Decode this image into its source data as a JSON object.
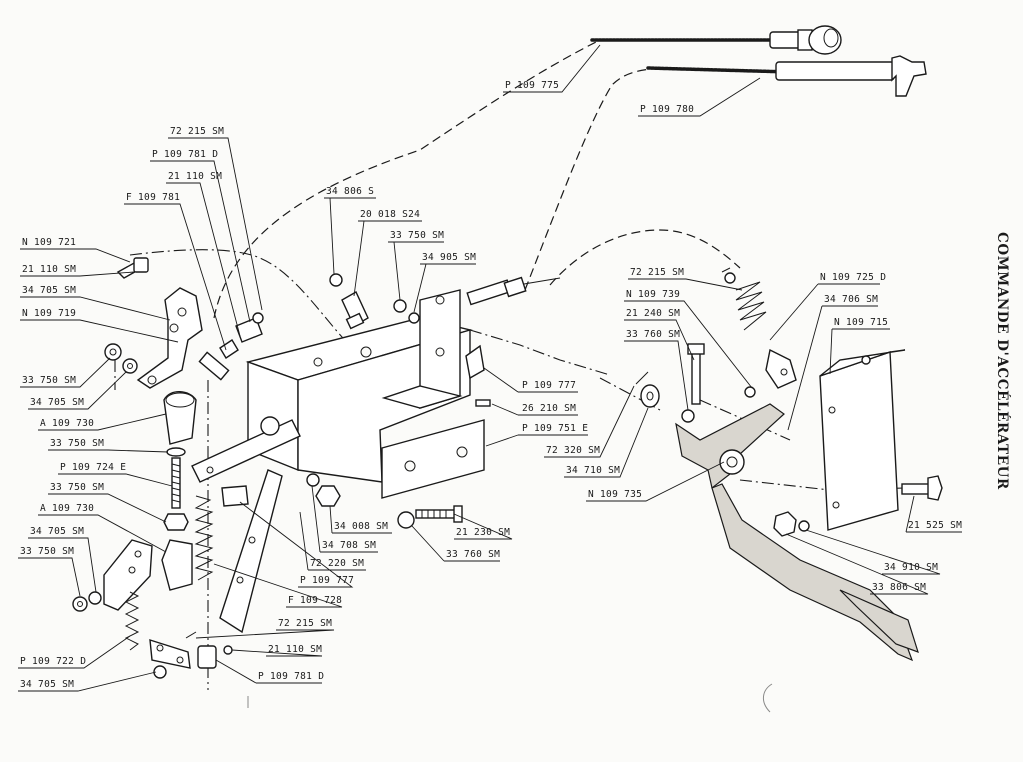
{
  "title": "COMMANDE D'ACCÉLÉRATEUR",
  "labels": {
    "p_109_775": "P 109 775",
    "p_109_780": "P 109 780",
    "p_72_215_top": "72 215 SM",
    "p_109_781_d_top": "P 109 781 D",
    "p_21_110_top": "21 110 SM",
    "f_109_781": "F 109 781",
    "n_109_721": "N 109 721",
    "p_21_110_left": "21 110 SM",
    "p_34_705_a": "34 705 SM",
    "n_109_719": "N 109 719",
    "p_33_750_a": "33 750 SM",
    "p_34_705_b": "34 705 SM",
    "a_109_730_a": "A 109 730",
    "p_33_750_b": "33 750 SM",
    "p_109_724_e": "P 109 724 E",
    "p_33_750_c": "33 750 SM",
    "a_109_730_b": "A 109 730",
    "p_34_705_c": "34 705 SM",
    "p_33_750_d": "33 750 SM",
    "p_109_722_d": "P 109 722 D",
    "p_34_705_d": "34 705 SM",
    "p_34_806_s": "34 806 S",
    "p_20_018_s24": "20 018 S24",
    "p_33_750_e": "33 750 SM",
    "p_34_905": "34 905 SM",
    "p_109_777_a": "P 109 777",
    "p_26_210": "26 210 SM",
    "p_109_751_e": "P 109 751 E",
    "p_72_320": "72 320 SM",
    "p_34_710": "34 710 SM",
    "n_109_735": "N 109 735",
    "p_21_230": "21 230 SM",
    "p_33_760_a": "33 760 SM",
    "p_34_008": "34 008 SM",
    "p_34_708": "34 708 SM",
    "p_72_220": "72 220 SM",
    "p_109_777_b": "P 109 777",
    "f_109_728": "F 109 728",
    "p_72_215_bottom": "72 215 SM",
    "p_21_110_bottom": "21 110 SM",
    "p_109_781_d_bottom": "P 109 781 D",
    "p_72_215_right": "72 215 SM",
    "n_109_739": "N 109 739",
    "p_21_240": "21 240 SM",
    "p_33_760_b": "33 760 SM",
    "n_109_725_d": "N 109 725 D",
    "p_34_706": "34 706 SM",
    "n_109_715": "N 109 715",
    "p_21_525": "21 525 SM",
    "p_34_910": "34 910 SM",
    "p_33_806": "33 806 SM"
  }
}
